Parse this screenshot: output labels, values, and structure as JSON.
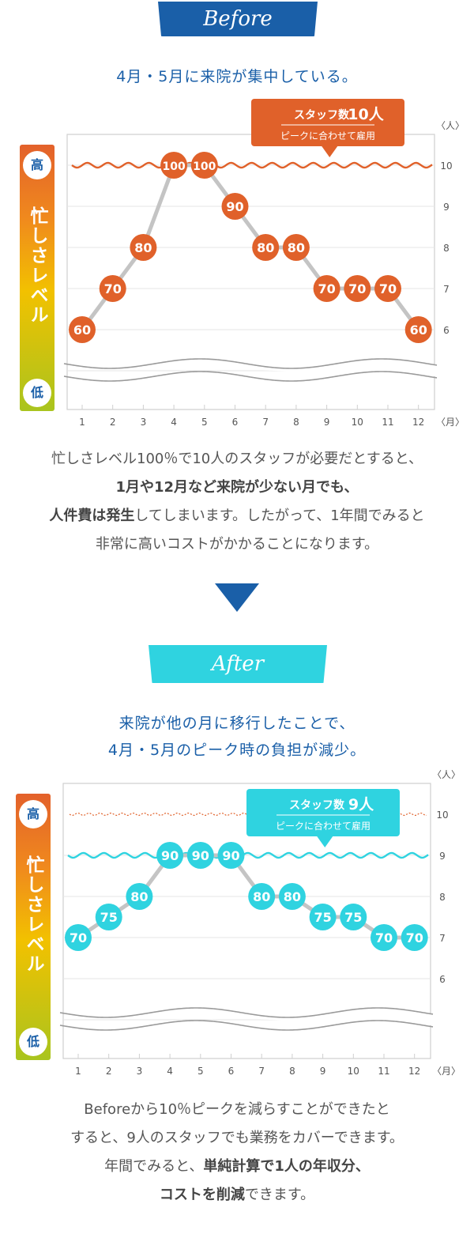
{
  "before": {
    "tab": "Before",
    "heading": "4月・5月に来院が集中している。",
    "level_bar": {
      "high": "高",
      "label": "忙しさレベル",
      "low": "低"
    },
    "callout": {
      "title": "スタッフ数",
      "number": "10人",
      "sub": "ピークに合わせて雇用",
      "color": "#e0612a"
    },
    "paragraph": [
      {
        "text": "忙しさレベル100％で10人のスタッフが必要だとすると、",
        "bold": false
      },
      {
        "text": "1月や12月など来院が少ない月でも、",
        "bold": true
      },
      {
        "text_bold": "人件費は発生",
        "text_rest": "してしまいます。したがって、1年間でみると"
      },
      {
        "text": "非常に高いコストがかかることになります。",
        "bold": false
      }
    ]
  },
  "after": {
    "tab": "After",
    "heading_lines": [
      "来院が他の月に移行したことで、",
      "4月・5月のピーク時の負担が減少。"
    ],
    "level_bar": {
      "high": "高",
      "label": "忙しさレベル",
      "low": "低"
    },
    "callout": {
      "title": "スタッフ数",
      "number": "9人",
      "sub": "ピークに合わせて雇用",
      "color": "#2fd3e0"
    },
    "paragraph": {
      "line1": "Beforeから10％ピークを減らすことができたと",
      "line2": "すると、9人のスタッフでも業務をカバーできます。",
      "line3_a": "年間でみると、",
      "line3_b": "単純計算で1人の年収分、",
      "line4_b": "コストを削減",
      "line4_c": "できます。"
    }
  },
  "colors": {
    "blue": "#1a5fa8",
    "orange": "#e0612a",
    "cyan": "#2fd3e0",
    "grey_line": "#c4c4c4"
  },
  "chart_data": [
    {
      "type": "line",
      "x": [
        1,
        2,
        3,
        4,
        5,
        6,
        7,
        8,
        9,
        10,
        11,
        12
      ],
      "series": [
        {
          "values": [
            60,
            70,
            80,
            100,
            100,
            90,
            80,
            80,
            70,
            70,
            70,
            60
          ]
        }
      ],
      "xunit": "〈月〉",
      "yunit": "〈人〉",
      "y_ticks": [
        10,
        9,
        8,
        7,
        6
      ],
      "staff_line": 10,
      "ylim": [
        55,
        105
      ],
      "marker_color": "#e0612a",
      "staff_line_color": "#e0612a"
    },
    {
      "type": "line",
      "x": [
        1,
        2,
        3,
        4,
        5,
        6,
        7,
        8,
        9,
        10,
        11,
        12
      ],
      "series": [
        {
          "values": [
            70,
            75,
            80,
            90,
            90,
            90,
            80,
            80,
            75,
            75,
            70,
            70
          ]
        }
      ],
      "xunit": "〈月〉",
      "yunit": "〈人〉",
      "y_ticks": [
        10,
        9,
        8,
        7,
        6
      ],
      "staff_line": 9,
      "previous_staff_line": 10,
      "ylim": [
        55,
        105
      ],
      "marker_color": "#2fd3e0",
      "staff_line_color": "#2fd3e0"
    }
  ]
}
